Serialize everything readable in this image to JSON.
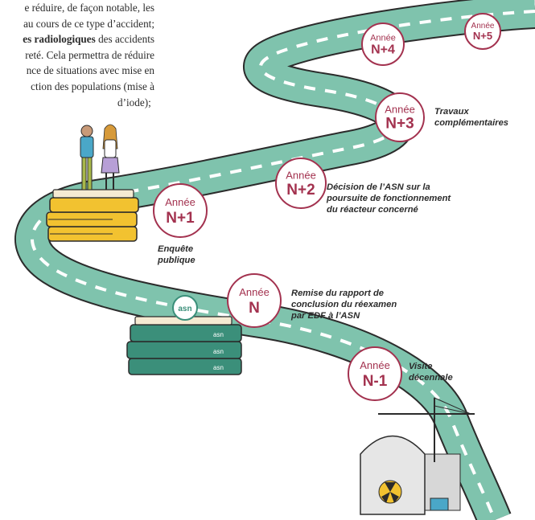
{
  "intro_text": {
    "line1": "e réduire, de façon notable, les",
    "line2": "au cours de ce type d’accident;",
    "line3_bold": "es radiologiques",
    "line3_rest": " des accidents",
    "line4": "reté. Cela permettra de réduire",
    "line5": "nce de situations avec mise en",
    "line6": "ction des populations (mise à",
    "line7": "d’iode);"
  },
  "milestones": [
    {
      "year": "Année",
      "code": "N+5"
    },
    {
      "year": "Année",
      "code": "N+4"
    },
    {
      "year": "Année",
      "code": "N+3",
      "caption": [
        "Travaux",
        "complémentaires"
      ]
    },
    {
      "year": "Année",
      "code": "N+2",
      "caption": [
        "Décision de l’ASN sur la",
        "poursuite de fonctionnement",
        "du réacteur concerné"
      ]
    },
    {
      "year": "Année",
      "code": "N+1",
      "caption": [
        "Enquête",
        "publique"
      ]
    },
    {
      "year": "Année",
      "code": "N",
      "caption": [
        "Remise du rapport de",
        "conclusion du réexamen",
        "par EDF à l’ASN"
      ]
    },
    {
      "year": "Année",
      "code": "N-1",
      "caption": [
        "Visite",
        "décennale"
      ]
    }
  ],
  "asn_logo": "asn",
  "binder_label": "asn",
  "colors": {
    "road": "#7fc3ad",
    "road_edge": "#2b2b2b",
    "badge_border": "#a3324f",
    "binder_yellow": "#f2c230",
    "binder_green": "#3b8f7a"
  }
}
